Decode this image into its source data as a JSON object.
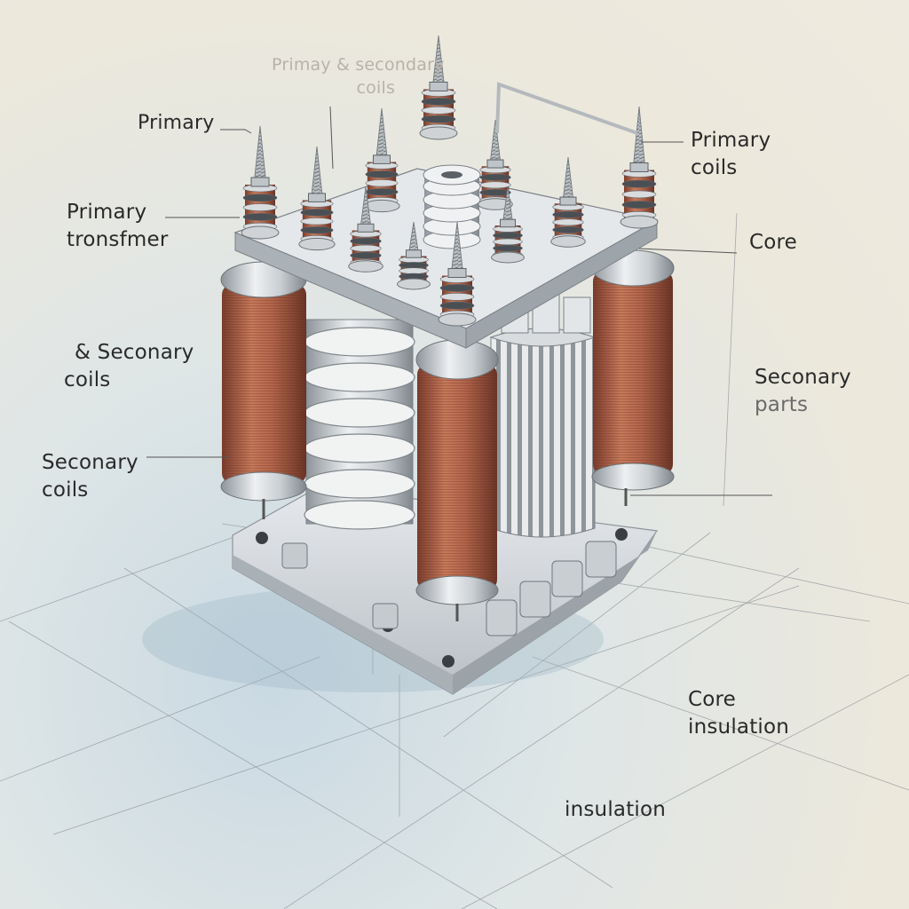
{
  "labels": {
    "top_faded": [
      "Primay & secondary",
      "coils"
    ],
    "primary_small": "Primary",
    "primary_transformer": [
      "Primary",
      "tronsfmer"
    ],
    "and_secondary": [
      "& Seconary",
      "coils"
    ],
    "secondary_coils": [
      "Seconary",
      "coils"
    ],
    "primary_coils_right": [
      "Primary",
      "coils"
    ],
    "core": "Core",
    "secondary_parts": [
      "Seconary",
      "parts"
    ],
    "core_insulation": [
      "Core",
      "insulation"
    ],
    "insulation": "insulation"
  },
  "colors": {
    "copper": "#b06a4e",
    "metal": "#d7dadd",
    "leader": "#555555"
  }
}
